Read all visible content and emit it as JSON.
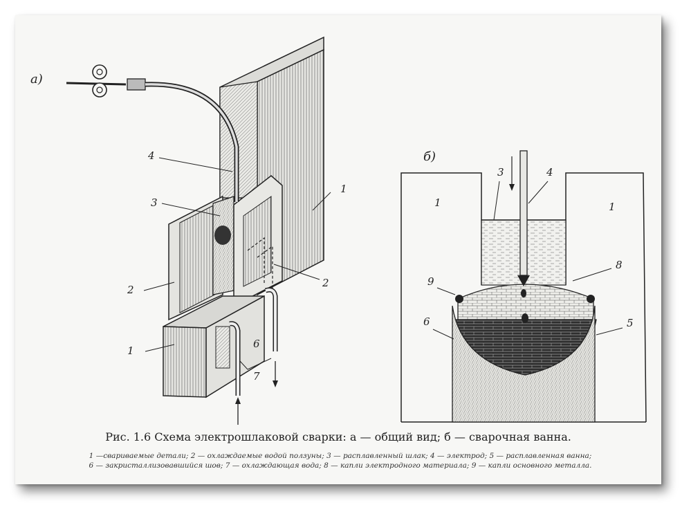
{
  "figure": {
    "panel_a_label": "а)",
    "panel_b_label": "б)",
    "caption": "Рис. 1.6 Схема электрошлаковой сварки: а — общий вид; б — сварочная ванна.",
    "legend_line1": "1 —свариваемые детали; 2 — охлаждаемые водой ползуны; 3 — расплавленный шлак; 4 — электрод; 5 — расплавленная ванна;",
    "legend_line2": "6 — закристаллизовавшийся шов; 7 — охлаждающая вода; 8 — капли электродного материала; 9 — капли основного металла."
  },
  "callouts_a": {
    "c1_top": "1",
    "c1_bottom": "1",
    "c2_left": "2",
    "c2_right": "2",
    "c3": "3",
    "c4": "4",
    "c6": "6",
    "c7": "7"
  },
  "callouts_b": {
    "c1_left": "1",
    "c1_right": "1",
    "c3": "3",
    "c4": "4",
    "c5": "5",
    "c6": "6",
    "c8": "8",
    "c9": "9"
  }
}
